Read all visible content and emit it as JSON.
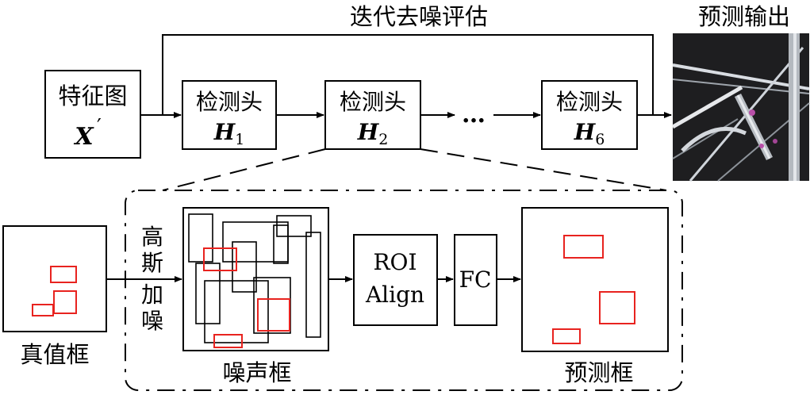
{
  "top": {
    "loop_label": "迭代去噪评估",
    "feature_map": {
      "label": "特征图",
      "symbol": "X",
      "prime": "′"
    },
    "heads": [
      {
        "label": "检测头",
        "symbol": "H",
        "sub": "1"
      },
      {
        "label": "检测头",
        "symbol": "H",
        "sub": "2"
      },
      {
        "label": "检测头",
        "symbol": "H",
        "sub": "6"
      }
    ],
    "ellipsis": "…",
    "output_label": "预测输出"
  },
  "bottom": {
    "gt_label": "真值框",
    "noise_chars": [
      "高",
      "斯",
      "加",
      "噪"
    ],
    "noise_label": "噪声框",
    "roi_lines": [
      "ROI",
      "Align"
    ],
    "fc_label": "FC",
    "pred_label": "预测框"
  },
  "colors": {
    "box_stroke": "#000000",
    "gt_box": "#e8231f"
  }
}
